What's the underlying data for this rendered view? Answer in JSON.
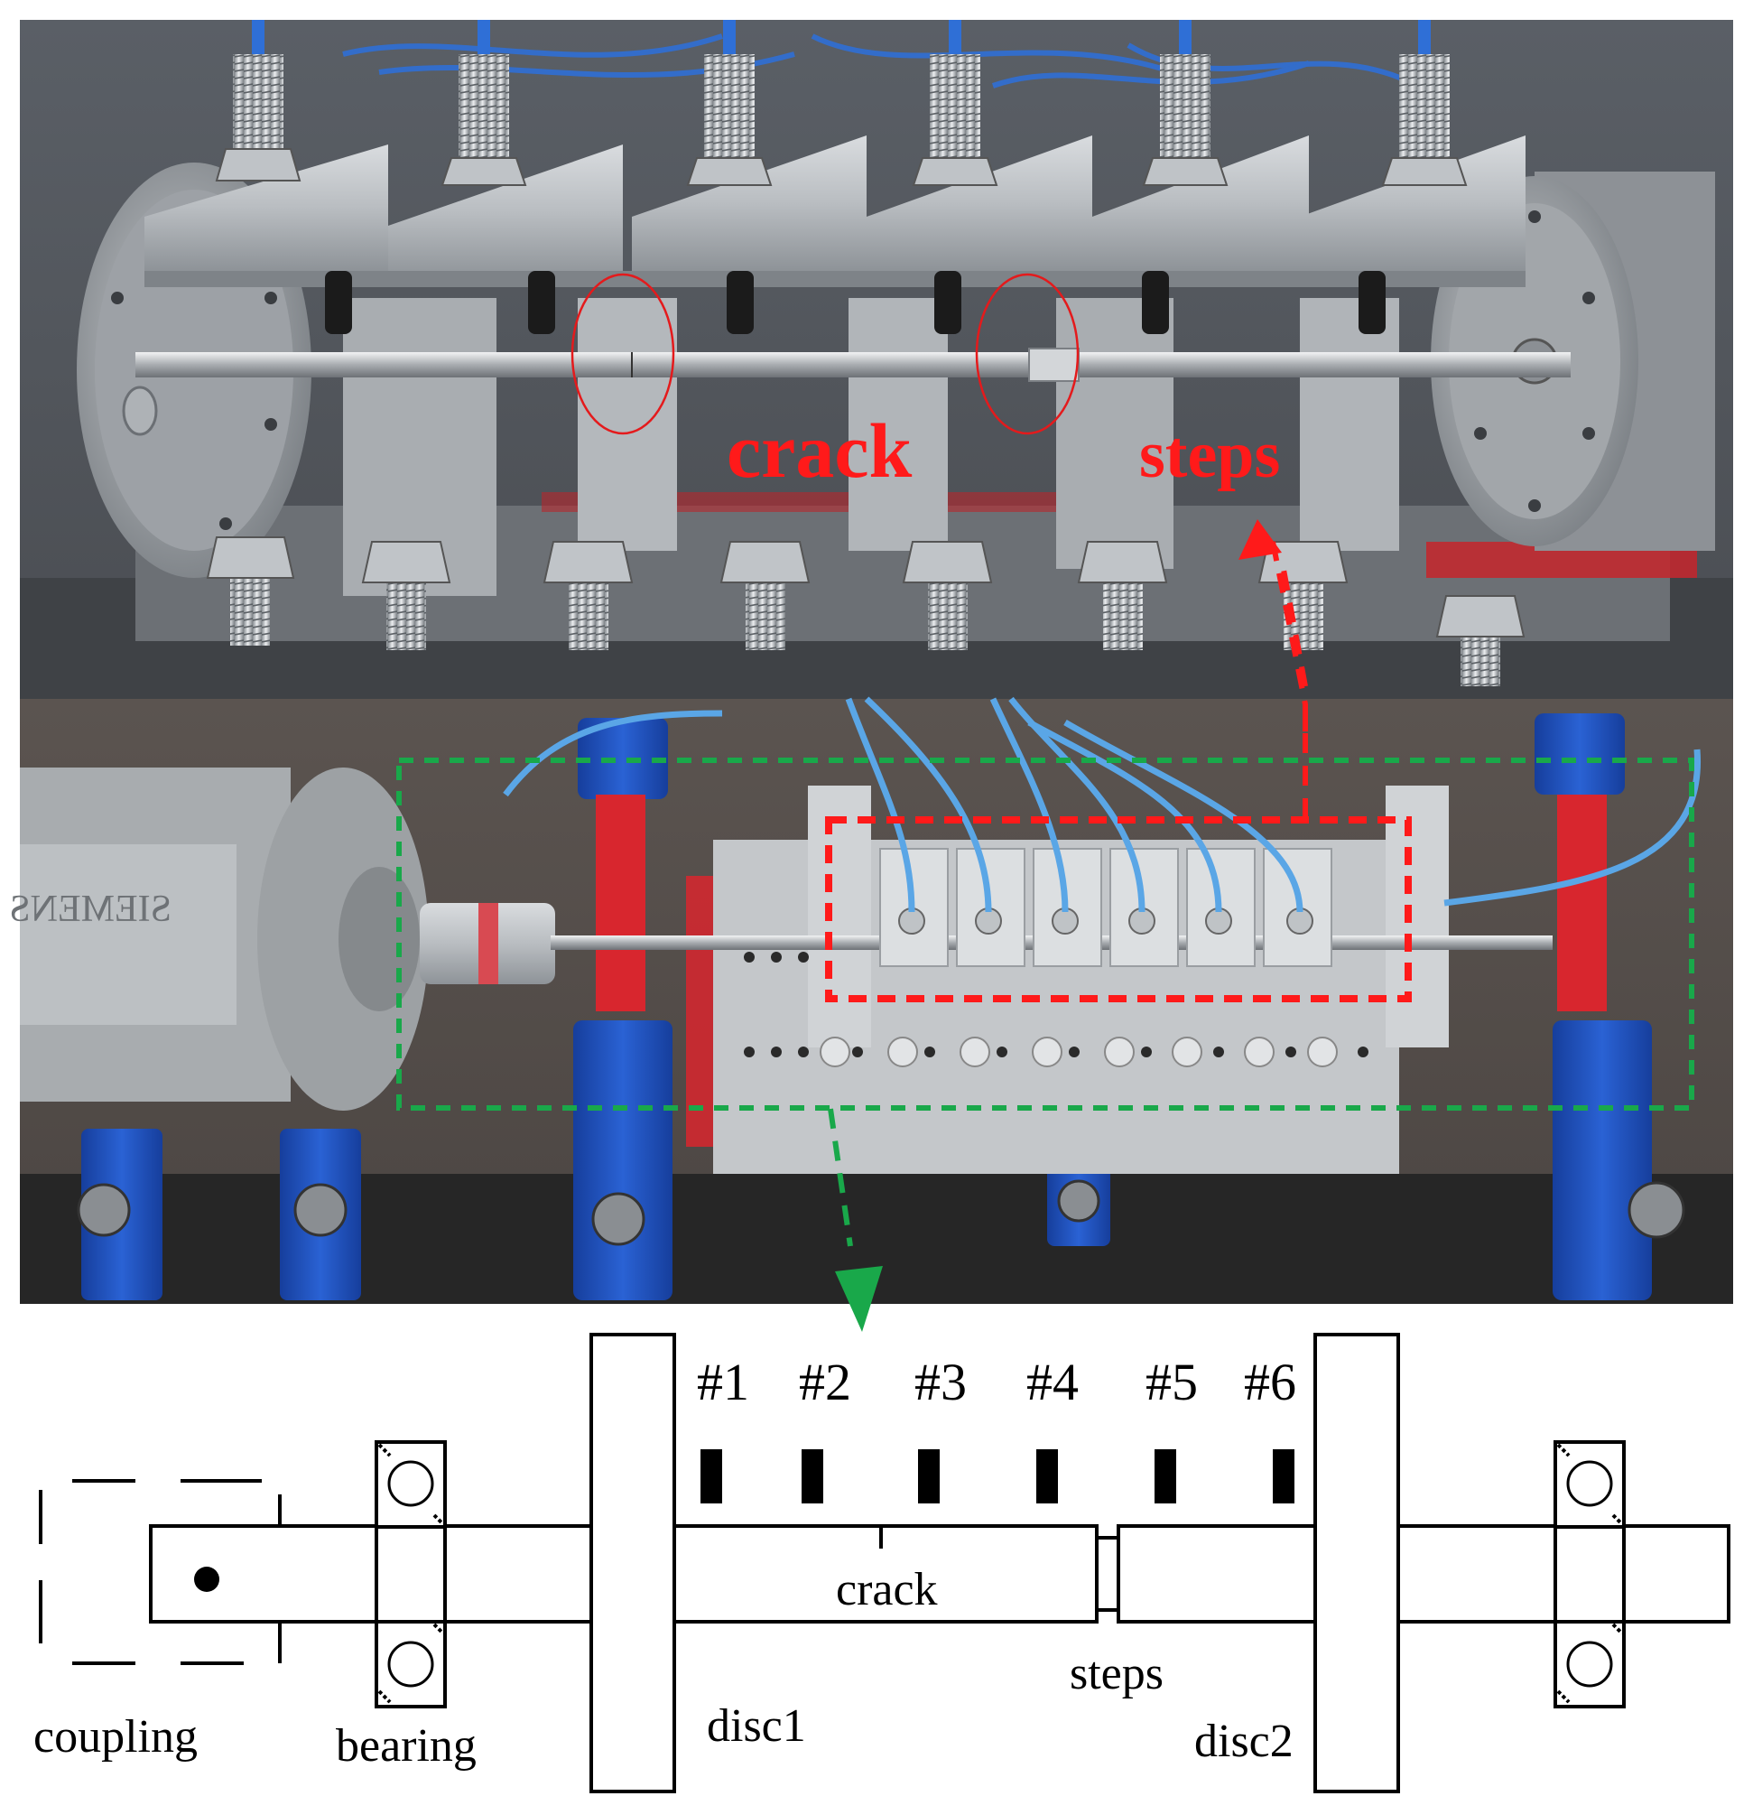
{
  "photo_top": {
    "labels": {
      "crack": "crack",
      "steps": "steps"
    }
  },
  "schematic": {
    "sensors": [
      "#1",
      "#2",
      "#3",
      "#4",
      "#5",
      "#6"
    ],
    "labels": {
      "crack": "crack",
      "steps": "steps",
      "coupling": "coupling",
      "bearing": "bearing",
      "disc1": "disc1",
      "disc2": "disc2"
    }
  },
  "colors": {
    "crack_highlight": "#e41a1c",
    "rig_highlight": "#19a84a",
    "sensor_highlight": "#ff1a1a",
    "clamp_blue": "#1f4fc0",
    "paint_red": "#d8262e"
  }
}
